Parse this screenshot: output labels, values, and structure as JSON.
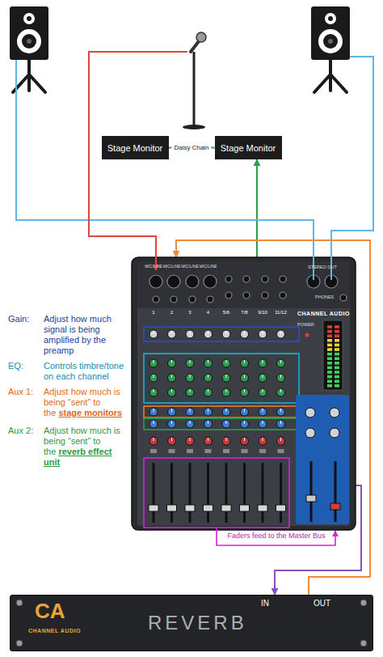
{
  "diagram": {
    "nodes": [
      {
        "text": [
          "Stage Monitor"
        ]
      },
      {
        "text": [
          "Stage Monitor"
        ]
      },
      {
        "text": [
          "CHANNEL AUDIO"
        ]
      },
      {
        "text": [
          "CA",
          "CHANNEL AUDIO",
          "REVERB",
          "IN",
          "OUT"
        ]
      }
    ],
    "edges": [
      {
        "from": 0,
        "to": 1,
        "label": "Daisy Chain",
        "arrow": "none"
      },
      {
        "from": 2,
        "to": 1,
        "arrow": "to"
      },
      {
        "from": 2,
        "to": 3,
        "arrow": "to"
      },
      {
        "from": 3,
        "to": 2,
        "arrow": "to"
      }
    ],
    "labels": [
      "Gain:",
      "Adjust how much signal is being amplified by the preamp",
      "EQ:",
      "Controls timbre/tone on each channel",
      "Aux 1:",
      "Adjust how much is being “sent” to the",
      "stage monitors",
      "Aux 2:",
      "Adjust how much is being “sent” to the",
      "reverb effect unit",
      "Faders feed to the Master Bus",
      "1",
      "2",
      "3",
      "4",
      "5/6",
      "7/8",
      "9/10",
      "11/12",
      "MIC/LINE",
      "MIC/LINE",
      "MIC/LINE",
      "MIC/LINE",
      "STEREO OUT",
      "PHONES",
      "POWER"
    ]
  }
}
